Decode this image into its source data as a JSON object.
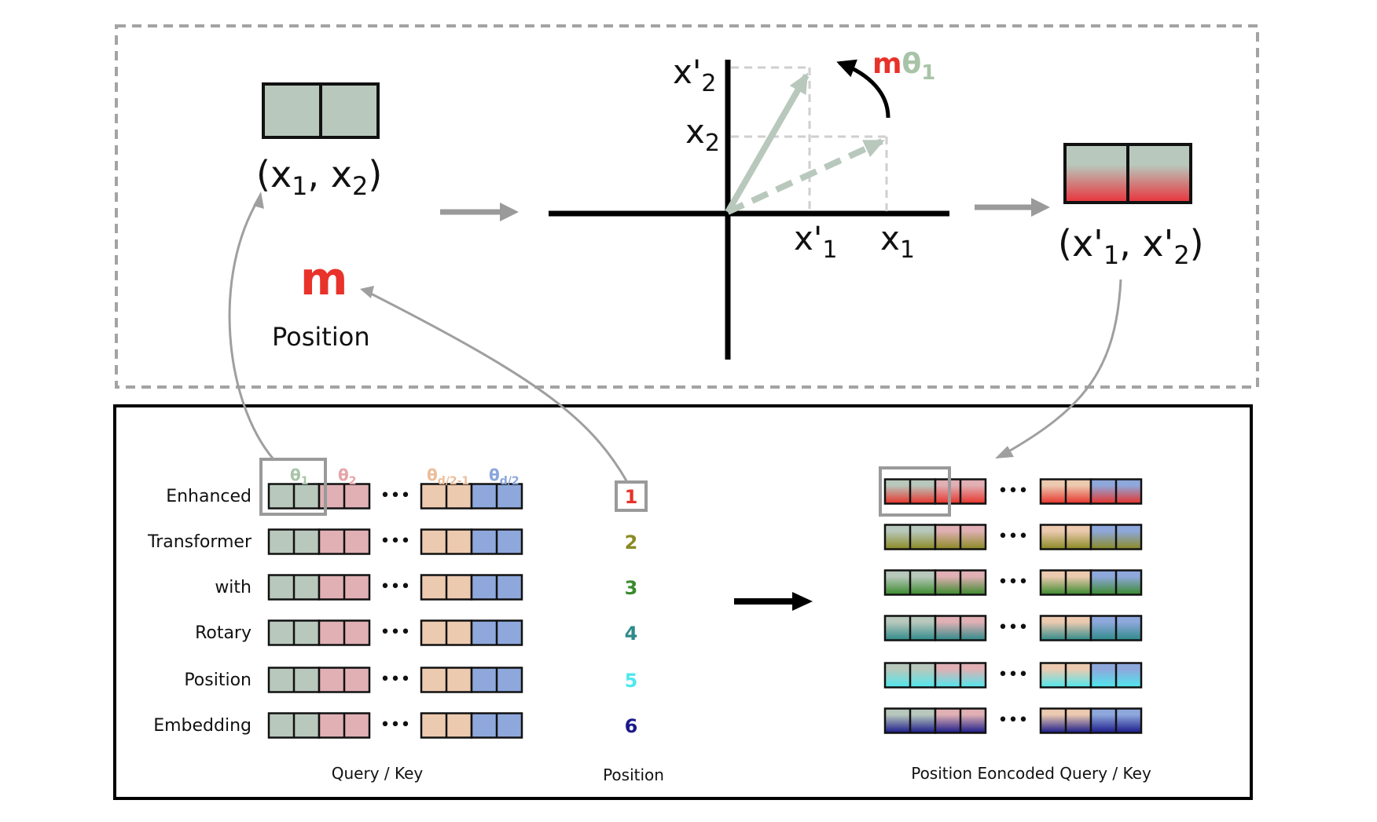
{
  "top": {
    "input_label": {
      "open": "(x",
      "sub1": "1",
      "comma": ", x",
      "sub2": "2",
      "close": ")"
    },
    "output_label": {
      "open": "(x'",
      "sub1": "1",
      "comma": ", x'",
      "sub2": "2",
      "close": ")"
    },
    "position_symbol": "m",
    "position_word": "Position",
    "rotation_label": {
      "m": "m",
      "theta": "θ",
      "sub": "1"
    },
    "axis": {
      "y_top": {
        "base": "x'",
        "sub": "2"
      },
      "y_mid": {
        "base": "x",
        "sub": "2"
      },
      "x_left": {
        "base": "x'",
        "sub": "1"
      },
      "x_right": {
        "base": "x",
        "sub": "1"
      }
    }
  },
  "bottom": {
    "words": [
      "Enhanced",
      "Transformer",
      "with",
      "Rotary",
      "Position",
      "Embedding"
    ],
    "positions": [
      "1",
      "2",
      "3",
      "4",
      "5",
      "6"
    ],
    "position_colors": [
      "#e8322a",
      "#8a8a23",
      "#3a8a2c",
      "#2f8a8a",
      "#4fe8ee",
      "#1a1a8a"
    ],
    "theta_labels": [
      {
        "base": "θ",
        "sub": "1"
      },
      {
        "base": "θ",
        "sub": "2"
      },
      {
        "base": "θ",
        "sub": "d/2-1"
      },
      {
        "base": "θ",
        "sub": "d/2"
      }
    ],
    "ellipsis": "•••",
    "caption_left": "Query / Key",
    "caption_mid": "Position",
    "caption_right": "Position Eoncoded Query / Key"
  },
  "colors": {
    "green": "#b8c8bc",
    "pink": "#e0b0b4",
    "peach": "#eccab0",
    "blue": "#8ea8dc",
    "theta_green": "#a8c4a8",
    "theta_pink": "#e6a4a8",
    "theta_peach": "#ebbd9a",
    "theta_blue": "#8aa6dc",
    "accent_red": "#e8322a",
    "arrow_gray": "#999999"
  }
}
